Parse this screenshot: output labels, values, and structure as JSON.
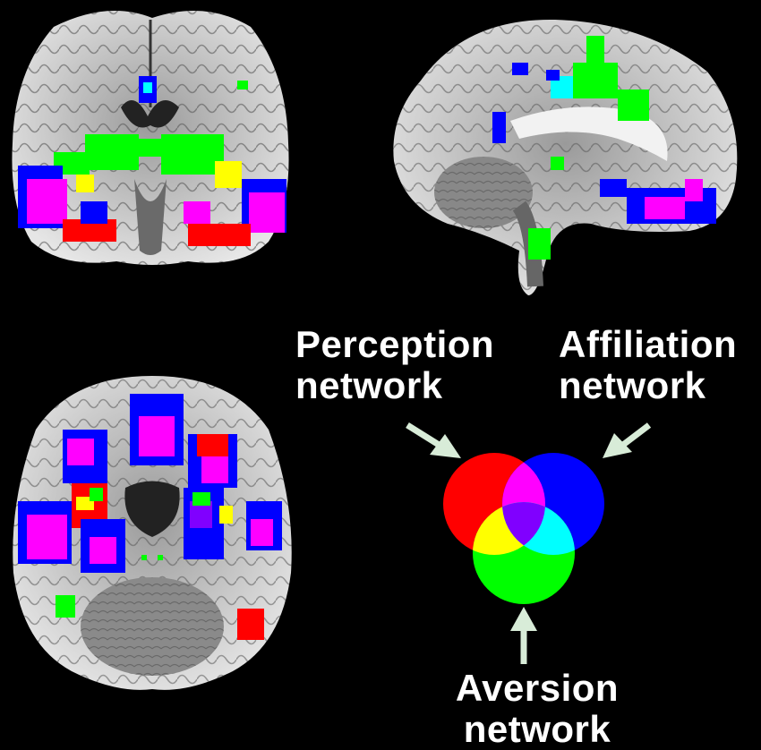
{
  "labels": {
    "perception": {
      "line1": "Perception",
      "line2": "network"
    },
    "affiliation": {
      "line1": "Affiliation",
      "line2": "network"
    },
    "aversion": {
      "line1": "Aversion",
      "line2": "network"
    }
  },
  "colors": {
    "background": "#000000",
    "perception": "#ff0000",
    "affiliation": "#0000ff",
    "aversion": "#00ff00",
    "perception_affiliation": "#ff00ff",
    "perception_aversion": "#ffff00",
    "affiliation_aversion": "#00ffff",
    "all_three": "#8000ff",
    "arrow": "#d8ecd8"
  },
  "brain_views": [
    "coronal-slice",
    "sagittal-slice",
    "axial-slice"
  ]
}
